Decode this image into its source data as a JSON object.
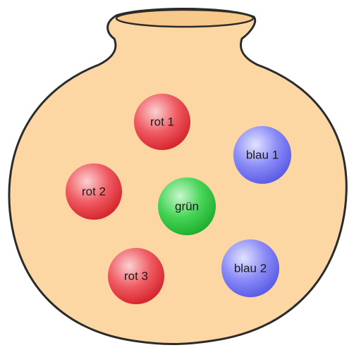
{
  "colors": {
    "urn_fill": "#fcd7a3",
    "urn_outline": "#2b2b2b",
    "red": "#e83a42",
    "green": "#2ecb3c",
    "blue": "#6e6ff0"
  },
  "balls": [
    {
      "label": "rot 1",
      "color": "red"
    },
    {
      "label": "blau 1",
      "color": "blue"
    },
    {
      "label": "rot 2",
      "color": "red"
    },
    {
      "label": "grün",
      "color": "green"
    },
    {
      "label": "rot 3",
      "color": "red"
    },
    {
      "label": "blau 2",
      "color": "blue"
    }
  ]
}
